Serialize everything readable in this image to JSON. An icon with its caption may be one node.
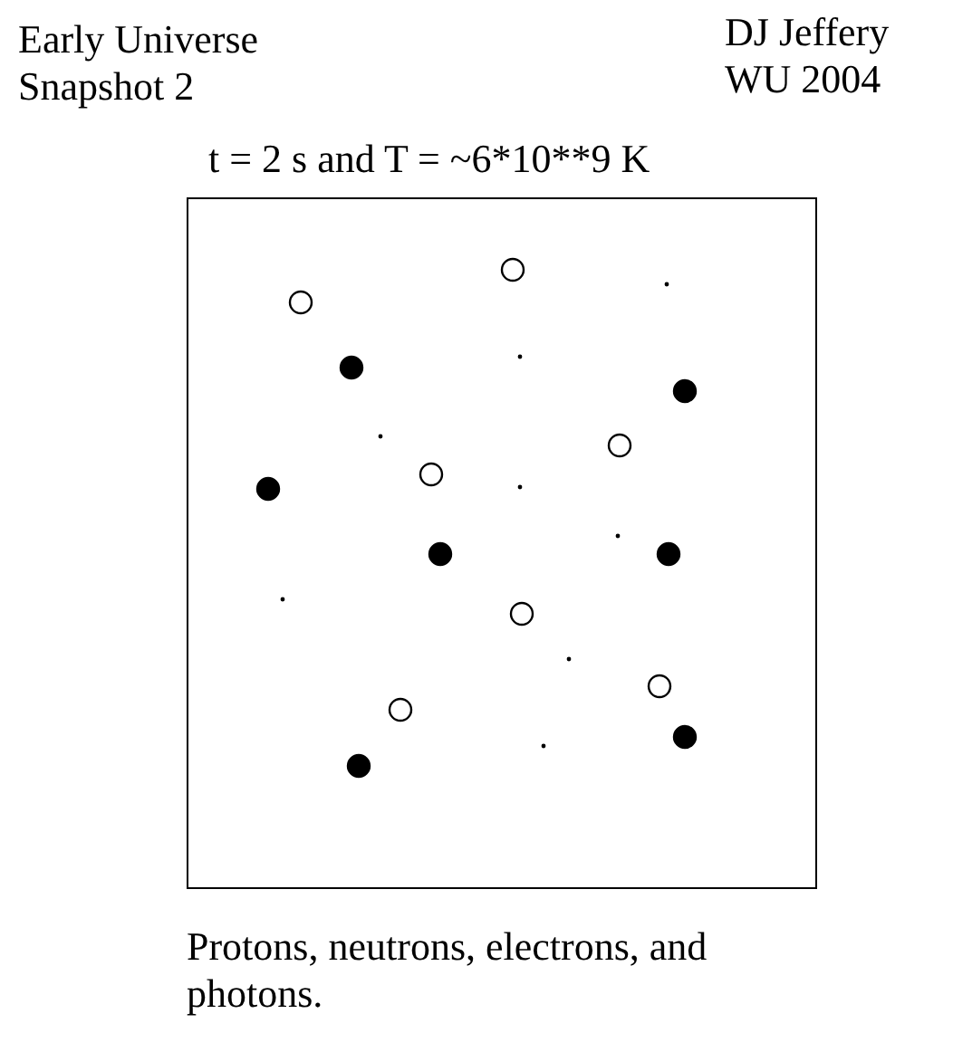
{
  "diagram": {
    "title": "Early Universe Snapshot 2",
    "caption": "Protons, neutrons, electrons, and photons.",
    "labels": [
      "DJ Jeffery WU 2004",
      "t = 2 s and T = ~6*10**9 K"
    ]
  }
}
